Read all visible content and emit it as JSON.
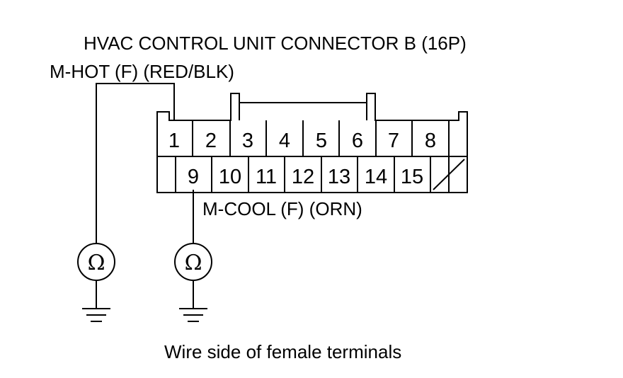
{
  "title": "HVAC CONTROL UNIT CONNECTOR B (16P)",
  "hot_wire_label": "M-HOT (F) (RED/BLK)",
  "cool_wire_label": "M-COOL (F) (ORN)",
  "caption": "Wire side of female terminals",
  "connector": {
    "top_row": [
      "1",
      "2",
      "3",
      "4",
      "5",
      "6",
      "7",
      "8"
    ],
    "bottom_row": [
      "9",
      "10",
      "11",
      "12",
      "13",
      "14",
      "15"
    ]
  },
  "meter_symbol": "Ω",
  "meters": [
    {
      "name": "ohmmeter-hot",
      "terminal": "1"
    },
    {
      "name": "ohmmeter-cool",
      "terminal": "9"
    }
  ]
}
